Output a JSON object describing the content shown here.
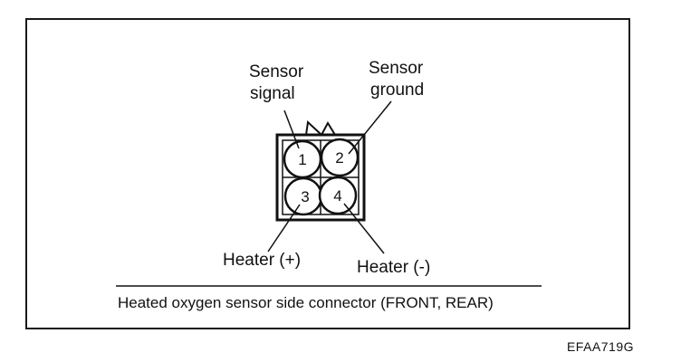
{
  "labels": {
    "sensor_signal": [
      "Sensor",
      "signal"
    ],
    "sensor_ground": [
      "Sensor",
      "ground"
    ],
    "heater_plus": "Heater (+)",
    "heater_minus": "Heater (-)"
  },
  "pins": [
    "1",
    "2",
    "3",
    "4"
  ],
  "caption": "Heated oxygen sensor side connector (FRONT, REAR)",
  "figure_code": "EFAA719G"
}
